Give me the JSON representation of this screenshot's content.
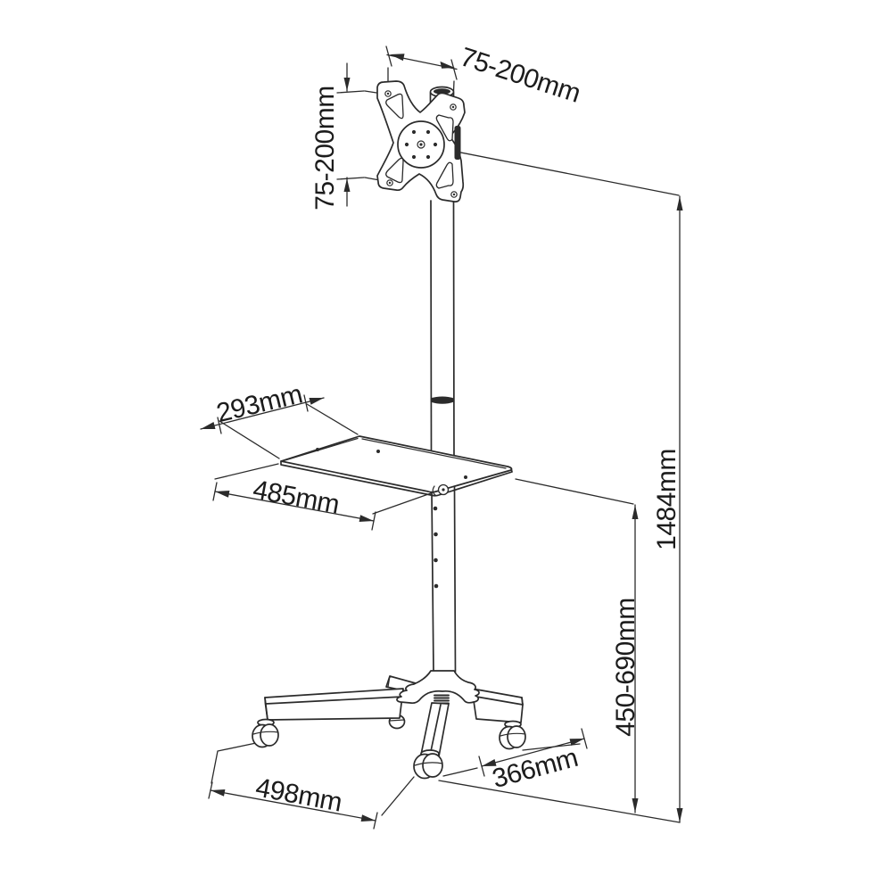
{
  "page": {
    "background": "#ffffff",
    "line_color": "#2b2b2b",
    "text_color": "#1c1c1c"
  },
  "diagram": {
    "type": "technical-drawing",
    "subject": "Mobile TV floor stand with VESA mount plate, adjustable shelf, pole and four-leg caster base",
    "dimensions": {
      "vesa_width": "75-200mm",
      "vesa_height": "75-200mm",
      "shelf_depth": "293mm",
      "shelf_width": "485mm",
      "total_height": "1484mm",
      "shelf_height_range": "450-690mm",
      "base_width": "498mm",
      "base_depth": "366mm"
    }
  }
}
